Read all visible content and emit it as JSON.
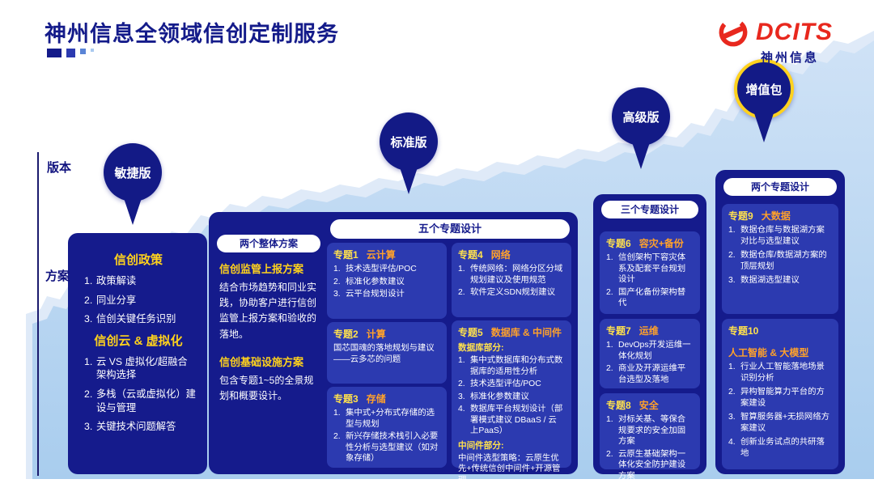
{
  "title": "神州信息全领域信创定制服务",
  "logo": {
    "brand": "DCITS",
    "company": "神州信息"
  },
  "axis": {
    "version": "版本",
    "plan": "方案"
  },
  "pins": {
    "agile": "敏捷版",
    "standard": "标准版",
    "advanced": "高级版",
    "addon": "增值包"
  },
  "agile": {
    "policy": {
      "heading": "信创政策",
      "items": [
        "政策解读",
        "同业分享",
        "信创关键任务识别"
      ]
    },
    "cloud": {
      "heading": "信创云 & 虚拟化",
      "items": [
        "云 VS 虚拟化/超融合架构选择",
        "多栈（云或虚拟化）建设与管理",
        "关键技术问题解答"
      ]
    }
  },
  "standard": {
    "overall_pill": "两个整体方案",
    "topics_pill": "五个专题设计",
    "overall": [
      {
        "heading": "信创监管上报方案",
        "body": "结合市场趋势和同业实践，协助客户进行信创监管上报方案和验收的落地。"
      },
      {
        "heading": "信创基础设施方案",
        "body": "包含专题1~5的全景规划和概要设计。"
      }
    ],
    "t1": {
      "num": "专题1",
      "name": "云计算",
      "items": [
        "技术选型评估/POC",
        "标准化参数建议",
        "云平台规划设计"
      ]
    },
    "t2": {
      "num": "专题2",
      "name": "计算",
      "body": "国芯国魂的落地规划与建议——云多芯的问题"
    },
    "t3": {
      "num": "专题3",
      "name": "存储",
      "items": [
        "集中式+分布式存储的选型与规划",
        "新兴存储技术栈引入必要性分析与选型建议（如对象存储）"
      ]
    },
    "t4": {
      "num": "专题4",
      "name": "网络",
      "items": [
        "传统网络：网络分区分域规划建议及使用规范",
        "软件定义SDN规划建议"
      ]
    },
    "t5": {
      "num": "专题5",
      "name": "数据库 & 中间件",
      "db_label": "数据库部分:",
      "db_items": [
        "集中式数据库和分布式数据库的适用性分析",
        "技术选型评估/POC",
        "标准化参数建议",
        "数据库平台规划设计（部署模式建议 DBaaS / 云上PaaS）"
      ],
      "mw_label": "中间件部分:",
      "mw_body": "中间件选型策略：云原生优先+传统信创中间件+开源管理"
    }
  },
  "advanced": {
    "pill": "三个专题设计",
    "t6": {
      "num": "专题6",
      "name": "容灾+备份",
      "items": [
        "信创架构下容灾体系及配套平台规划设计",
        "国产化备份架构替代"
      ]
    },
    "t7": {
      "num": "专题7",
      "name": "运维",
      "items": [
        "DevOps开发运维一体化规划",
        "商业及开源运维平台选型及落地"
      ]
    },
    "t8": {
      "num": "专题8",
      "name": "安全",
      "items": [
        "对标关基、等保合规要求的安全加固方案",
        "云原生基础架构一体化安全防护建设方案"
      ]
    }
  },
  "addon": {
    "pill": "两个专题设计",
    "t9": {
      "num": "专题9",
      "name": "大数据",
      "items": [
        "数据仓库与数据湖方案对比与选型建议",
        "数据仓库/数据湖方案的顶层规划",
        "数据湖选型建议"
      ]
    },
    "t10": {
      "num": "专题10",
      "name": "人工智能 & 大模型",
      "items": [
        "行业人工智能落地场景识别分析",
        "异构智能算力平台的方案建设",
        "智算服务器+无损网络方案建议",
        "创新业务试点的共研落地"
      ]
    }
  },
  "colors": {
    "navy": "#151b8c",
    "box_blue": "#2c3ab0",
    "yellow": "#ffd21c",
    "orange": "#ffa12b",
    "logo_red": "#e8281e",
    "mountain_blue": "#b7d4f0"
  }
}
